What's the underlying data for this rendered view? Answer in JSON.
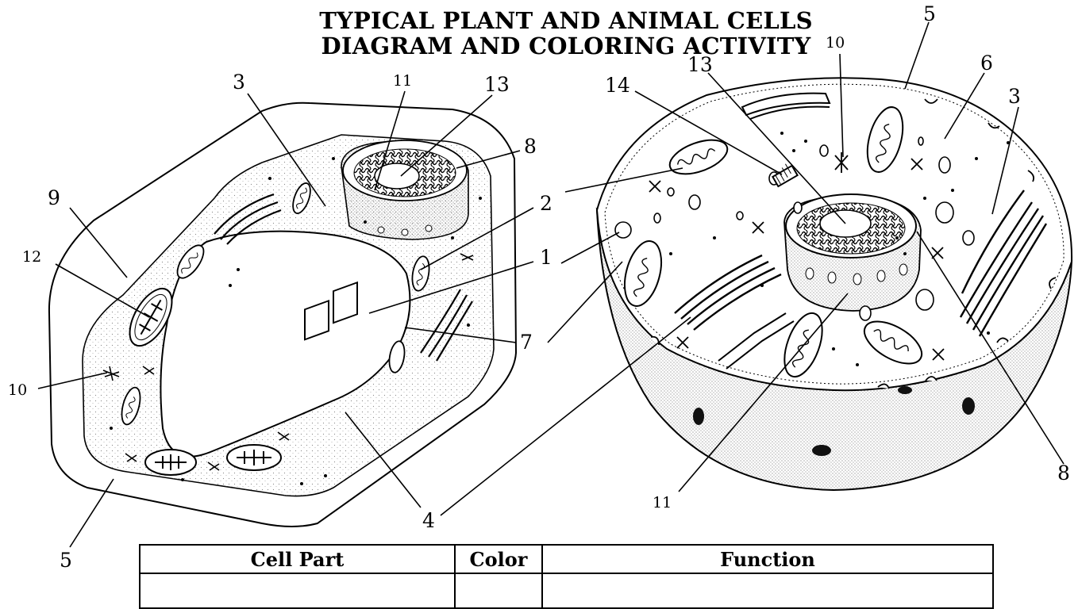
{
  "title": {
    "line1": "TYPICAL PLANT AND ANIMAL CELLS",
    "line2": "DIAGRAM AND COLORING ACTIVITY"
  },
  "plant_cell": {
    "labels": [
      "3",
      "11",
      "13",
      "8",
      "9",
      "2",
      "12",
      "1",
      "7",
      "10",
      "4",
      "5"
    ]
  },
  "animal_cell": {
    "labels": [
      "5",
      "10",
      "13",
      "6",
      "14",
      "3",
      "2",
      "1",
      "7",
      "8",
      "11",
      "4"
    ]
  },
  "table": {
    "headers": [
      "Cell Part",
      "Color",
      "Function"
    ]
  }
}
